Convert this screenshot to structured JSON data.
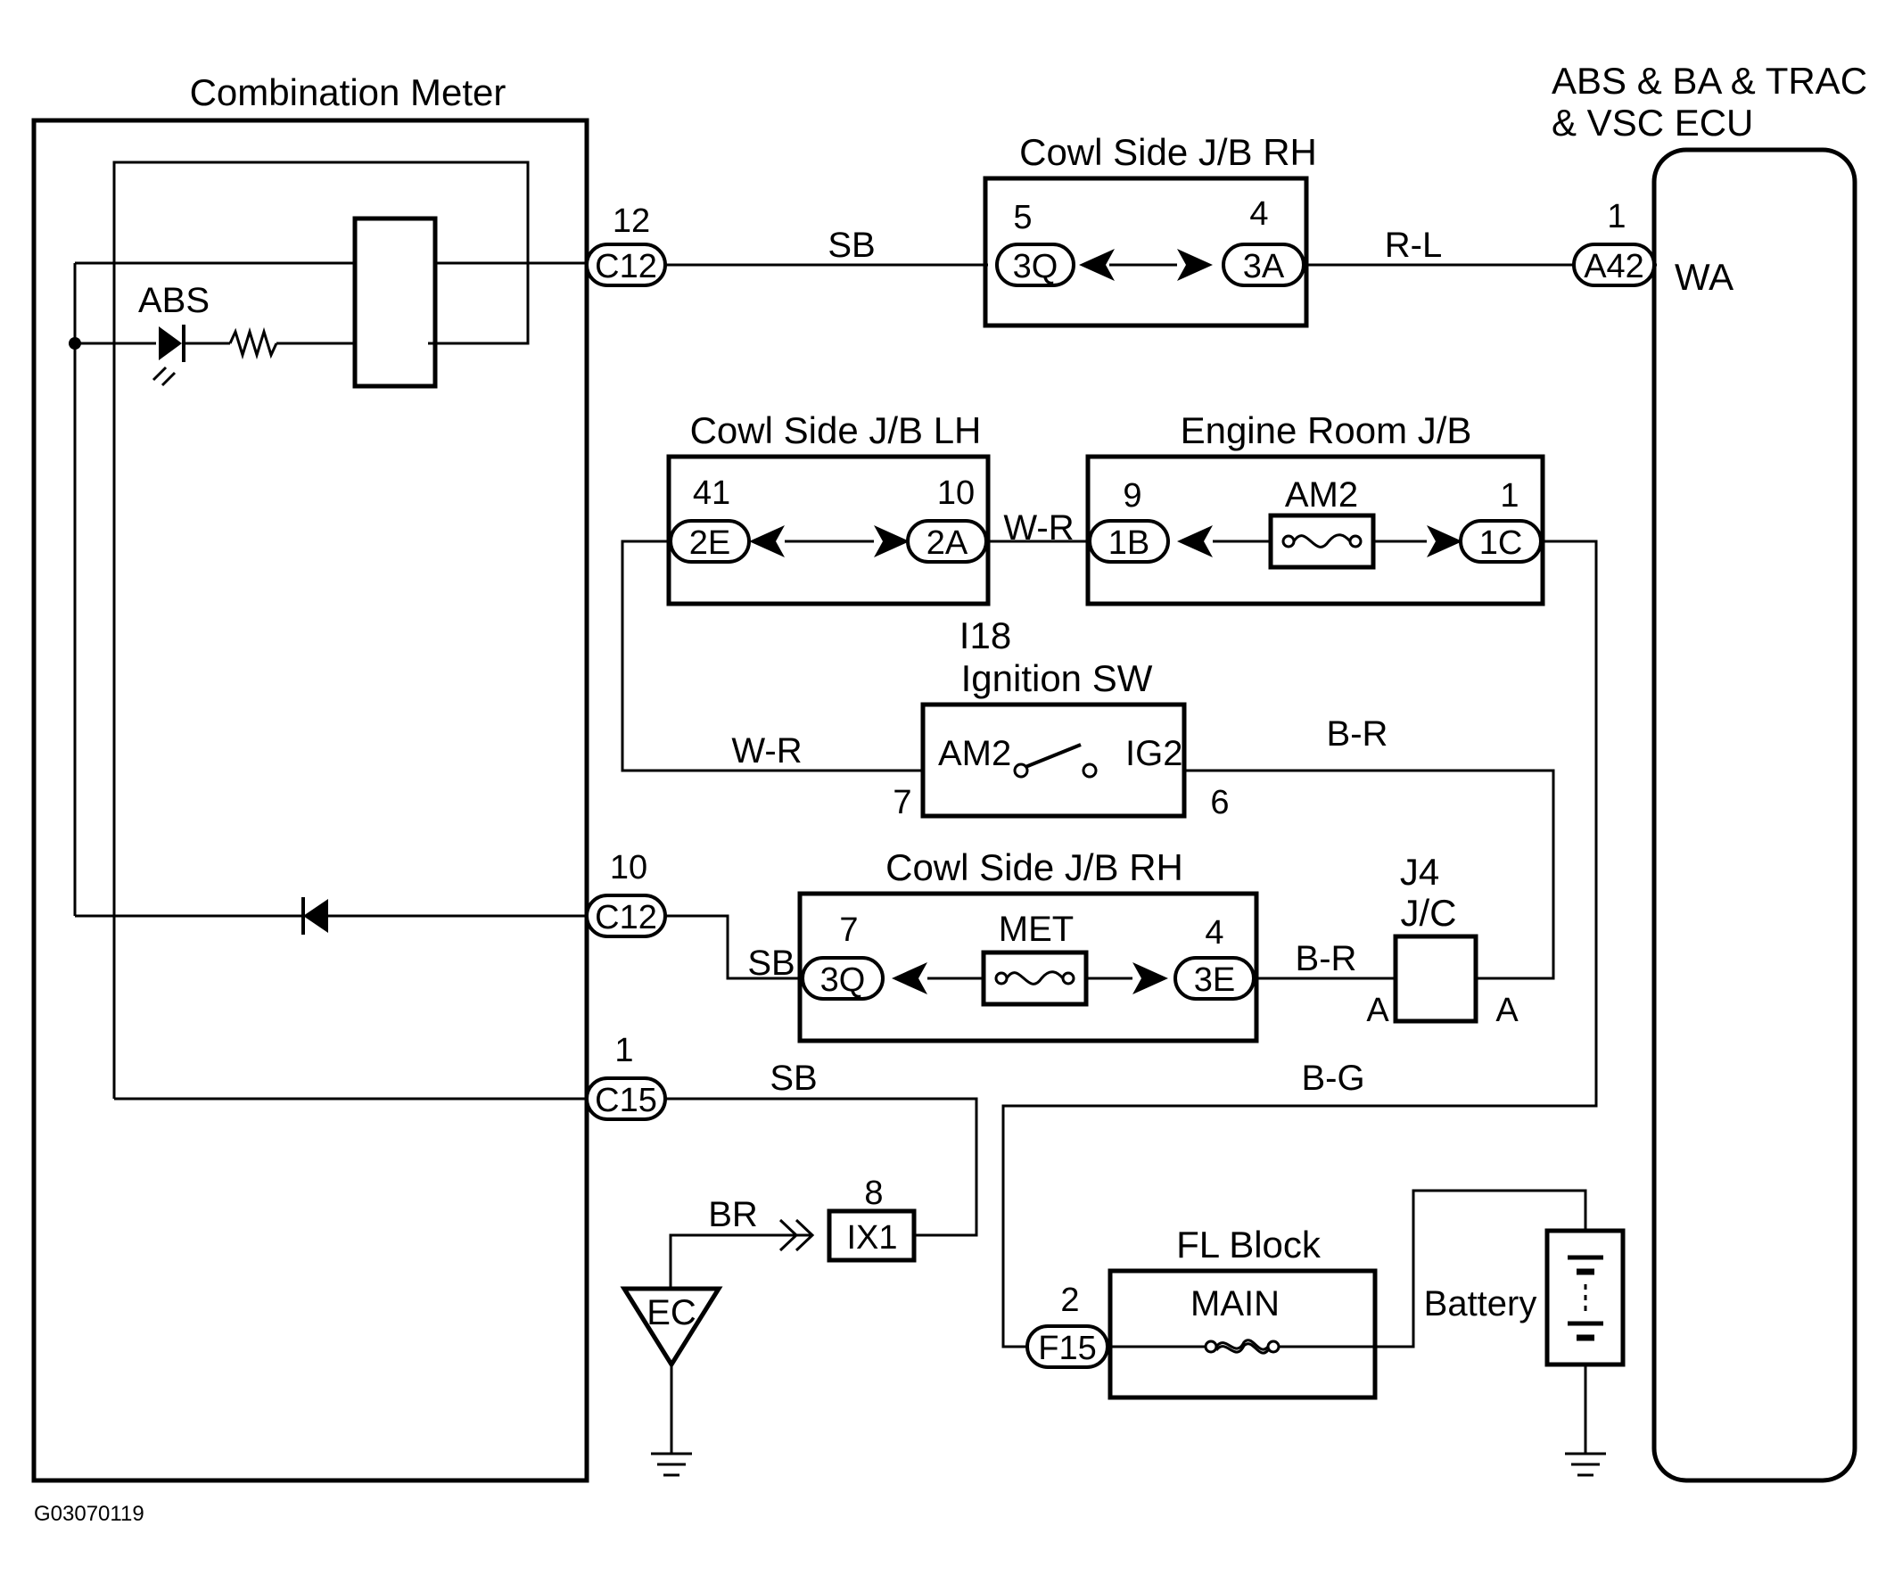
{
  "diagram_id": "G03070119",
  "components": {
    "combination_meter": "Combination Meter",
    "abs_lamp": "ABS",
    "ecu_line1": "ABS & BA & TRAC",
    "ecu_line2": "& VSC ECU",
    "ecu_terminal": "WA",
    "cowl_rh_top": "Cowl Side J/B RH",
    "cowl_lh": "Cowl Side J/B LH",
    "engine_room": "Engine Room J/B",
    "ign_code": "I18",
    "ign_name": "Ignition SW",
    "ign_am2": "AM2",
    "ign_ig2": "IG2",
    "cowl_rh_mid": "Cowl Side J/B RH",
    "j4_code": "J4",
    "j4_name": "J/C",
    "fl_block": "FL Block",
    "main_fuse": "MAIN",
    "battery": "Battery",
    "fuse_am2": "AM2",
    "fuse_met": "MET",
    "ground_ec": "EC"
  },
  "connectors": {
    "c12_top": "C12",
    "c12_top_pin": "12",
    "cowl_3q_top": "3Q",
    "cowl_3q_top_pin": "5",
    "cowl_3a": "3A",
    "cowl_3a_pin": "4",
    "a42": "A42",
    "a42_pin": "1",
    "lh_2e": "2E",
    "lh_2e_pin": "41",
    "lh_2a": "2A",
    "lh_2a_pin": "10",
    "er_1b": "1B",
    "er_1b_pin": "9",
    "er_1c": "1C",
    "er_1c_pin": "1",
    "ign_pin_am2": "7",
    "ign_pin_ig2": "6",
    "c12_mid": "C12",
    "c12_mid_pin": "10",
    "mid_3q": "3Q",
    "mid_3q_pin": "7",
    "mid_3e": "3E",
    "mid_3e_pin": "4",
    "j4_left": "A",
    "j4_right": "A",
    "c15": "C15",
    "c15_pin": "1",
    "ix1": "IX1",
    "ix1_pin": "8",
    "f15": "F15",
    "f15_pin": "2"
  },
  "wires": {
    "c12_to_cowl": "SB",
    "cowl_to_ecu": "R-L",
    "lh_to_er": "W-R",
    "lh_to_ign": "W-R",
    "ign_to_j4": "B-R",
    "c12_to_mid": "SB",
    "mid_to_j4": "B-R",
    "c15_to_ix1": "SB",
    "er_to_fl": "B-G",
    "ix1_to_ground": "BR"
  }
}
